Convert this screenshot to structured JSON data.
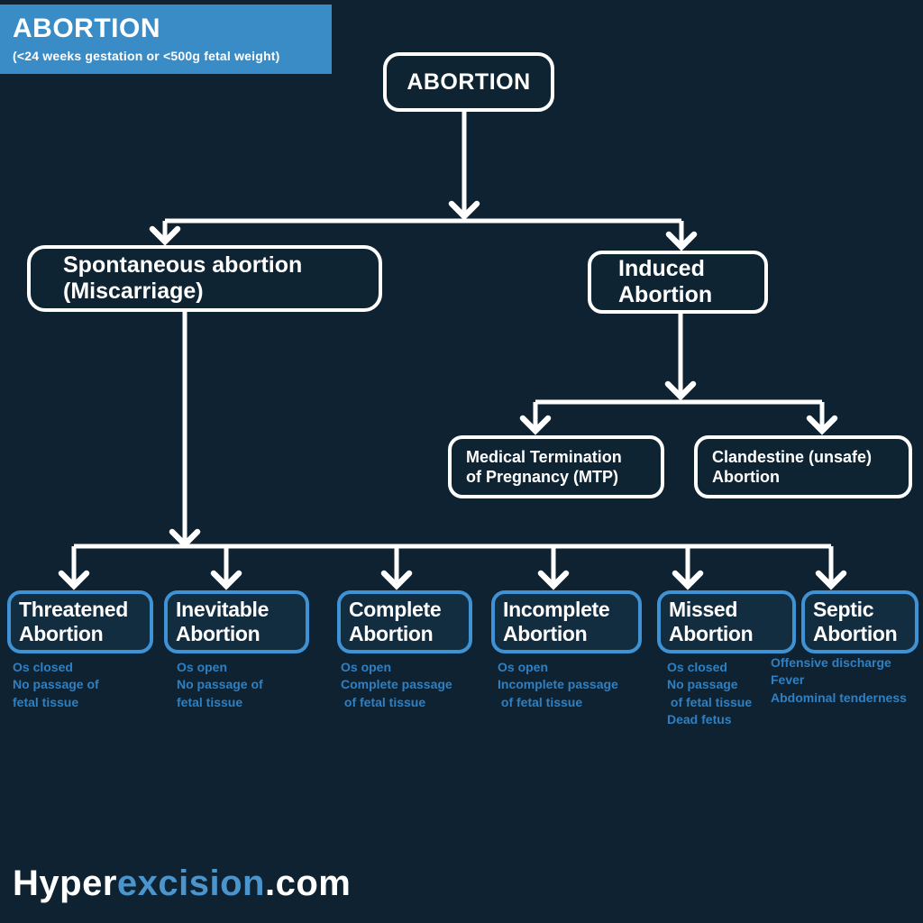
{
  "header": {
    "title": "ABORTION",
    "subtitle": "(<24 weeks gestation or <500g fetal weight)"
  },
  "root": {
    "label": "ABORTION"
  },
  "branches": {
    "spontaneous": {
      "title": "Spontaneous abortion\n(Miscarriage)"
    },
    "induced": {
      "title": "Induced\nAbortion"
    }
  },
  "induced_types": [
    {
      "title": "Medical Termination\nof Pregnancy (MTP)"
    },
    {
      "title": "Clandestine (unsafe)\nAbortion"
    }
  ],
  "spontaneous_types": [
    {
      "title": "Threatened\nAbortion",
      "features": [
        "Os closed",
        "No passage of",
        "fetal tissue"
      ]
    },
    {
      "title": "Inevitable\nAbortion",
      "features": [
        "Os open",
        "No passage of",
        "fetal tissue"
      ]
    },
    {
      "title": "Complete\nAbortion",
      "features": [
        "Os open",
        "Complete passage",
        " of fetal tissue"
      ]
    },
    {
      "title": "Incomplete\nAbortion",
      "features": [
        "Os open",
        "Incomplete passage",
        " of fetal tissue"
      ]
    },
    {
      "title": "Missed\nAbortion",
      "features": [
        "Os closed",
        "No passage",
        " of fetal tissue",
        "Dead fetus"
      ]
    },
    {
      "title": "Septic\nAbortion",
      "features": [
        "Offensive discharge",
        "Fever",
        "Abdominal tenderness"
      ]
    }
  ],
  "footer": {
    "site_prefix": "Hyper",
    "site_mid": "excision",
    "site_suffix": ".com"
  },
  "colors": {
    "background": "#0e2231",
    "accent_blue": "#3a8cc6",
    "type_border_blue": "#3f92d3",
    "feature_text_blue": "#2f80c3",
    "logo_blue": "#4b94cc",
    "line_white": "#ffffff",
    "node_fill": "#0f2433",
    "type_fill": "#122c40"
  }
}
